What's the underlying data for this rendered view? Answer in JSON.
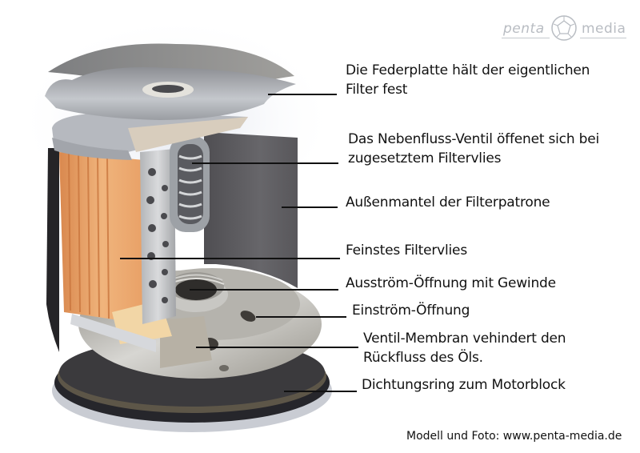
{
  "logo": {
    "left_text": "penta",
    "right_text": "media",
    "icon": "camera-aperture-icon",
    "color": "#b8bcc2"
  },
  "photo": {
    "subject": "oil-filter-cutaway",
    "colors": {
      "metal": "#a9acb0",
      "metal_dark": "#6d6f73",
      "filter_media": "#e9a56a",
      "outer_shell": "#5b5a5e",
      "seal_ring": "#2a2a2e"
    }
  },
  "annotations": [
    {
      "id": "federplatte",
      "lines": [
        "Die Federplatte hält der eigentlichen",
        "Filter fest"
      ]
    },
    {
      "id": "nebenfluss-ventil",
      "lines": [
        "Das Nebenfluss-Ventil öffenet sich bei",
        "zugesetztem Filtervlies"
      ]
    },
    {
      "id": "aussenmantel",
      "lines": [
        "Außenmantel der Filterpatrone"
      ]
    },
    {
      "id": "filtervlies",
      "lines": [
        "Feinstes Filtervlies"
      ]
    },
    {
      "id": "ausstroem-oeffnung",
      "lines": [
        "Ausström-Öffnung mit Gewinde"
      ]
    },
    {
      "id": "einstroem-oeffnung",
      "lines": [
        "Einström-Öffnung"
      ]
    },
    {
      "id": "ventil-membran",
      "lines": [
        "Ventil-Membran vehindert den",
        "Rückfluss des Öls."
      ]
    },
    {
      "id": "dichtungsring",
      "lines": [
        "Dichtungsring zum Motorblock"
      ]
    }
  ],
  "credit": "Modell und Foto: www.penta-media.de"
}
